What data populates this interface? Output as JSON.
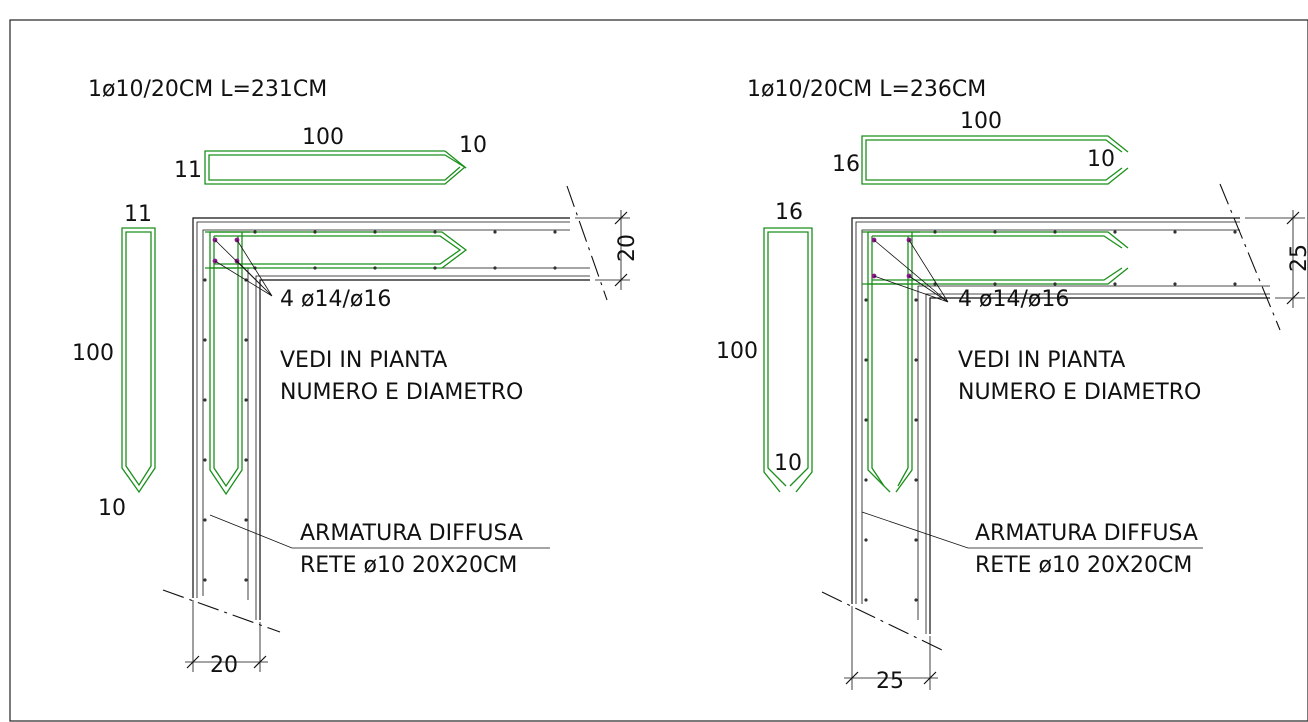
{
  "colors": {
    "rebar": "#1a8f1a",
    "line": "#111111",
    "corner_bar": "#8a1a8a"
  },
  "left": {
    "header": "1ø10/20CM L=231CM",
    "top_bar": {
      "left": "11",
      "length": "100",
      "hook": "10"
    },
    "side_bar": {
      "top": "11",
      "length": "100",
      "hook": "10"
    },
    "bars_note": [
      "4 ø14/ø16",
      "VEDI IN PIANTA",
      "NUMERO E DIAMETRO"
    ],
    "mesh_note": [
      "ARMATURA DIFFUSA",
      "RETE ø10 20X20CM"
    ],
    "dim_vertical": "20",
    "dim_horizontal": "20"
  },
  "right": {
    "header": "1ø10/20CM L=236CM",
    "top_bar": {
      "left": "16",
      "length": "100",
      "hook": "10"
    },
    "side_bar": {
      "top": "16",
      "length": "100",
      "hook": "10"
    },
    "bars_note": [
      "4 ø14/ø16",
      "VEDI IN PIANTA",
      "NUMERO E DIAMETRO"
    ],
    "mesh_note": [
      "ARMATURA DIFFUSA",
      "RETE ø10 20X20CM"
    ],
    "dim_vertical": "25",
    "dim_horizontal": "25"
  }
}
